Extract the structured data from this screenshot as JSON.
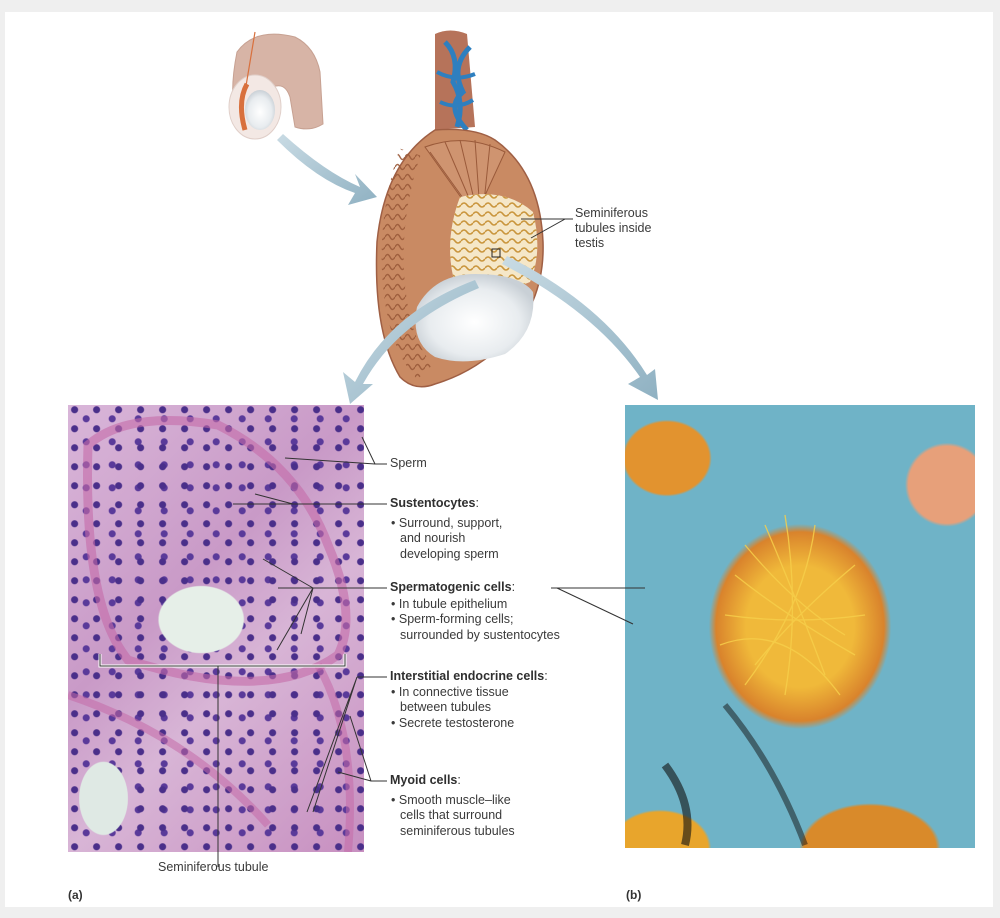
{
  "figure": {
    "title": "Seminiferous tubules of the testis",
    "top_illustration": {
      "label": "Seminiferous tubules inside testis",
      "label_lines": [
        "Seminiferous",
        "tubules inside",
        "testis"
      ]
    },
    "panel_a": {
      "letter": "(a)",
      "caption": "Seminiferous tubule",
      "image_type": "light-micrograph-histology"
    },
    "panel_b": {
      "letter": "(b)",
      "image_type": "colorized-scanning-electron-micrograph"
    },
    "callouts": [
      {
        "title": "Sperm",
        "bold": false,
        "colon": false,
        "bullets": []
      },
      {
        "title": "Sustentocytes",
        "bold": true,
        "colon": true,
        "bullets": [
          [
            "Surround, support,",
            "and nourish",
            "developing sperm"
          ]
        ]
      },
      {
        "title": "Spermatogenic cells",
        "bold": true,
        "colon": true,
        "bullets": [
          [
            "In tubule epithelium"
          ],
          [
            "Sperm-forming cells;",
            "surrounded by sustentocytes"
          ]
        ]
      },
      {
        "title": "Interstitial endocrine cells",
        "bold": true,
        "colon": true,
        "bullets": [
          [
            "In connective tissue",
            "between tubules"
          ],
          [
            "Secrete testosterone"
          ]
        ]
      },
      {
        "title": "Myoid cells",
        "bold": true,
        "colon": true,
        "bullets": [
          [
            "Smooth muscle–like",
            "cells that surround",
            "seminiferous tubules"
          ]
        ]
      }
    ],
    "colors": {
      "page_bg": "#efefef",
      "figure_bg": "#ffffff",
      "arrow": "#8fb1c2",
      "histology_pink": "#c78fc0",
      "histology_nuclei": "#4a2f8a",
      "sem_orange": "#e79a2a",
      "sem_teal": "#6fb3c7",
      "testis_tan": "#c98a63",
      "tubule_yellow": "#e9c27a",
      "vein_blue": "#2e7fbf",
      "leader_line": "#333333"
    }
  }
}
